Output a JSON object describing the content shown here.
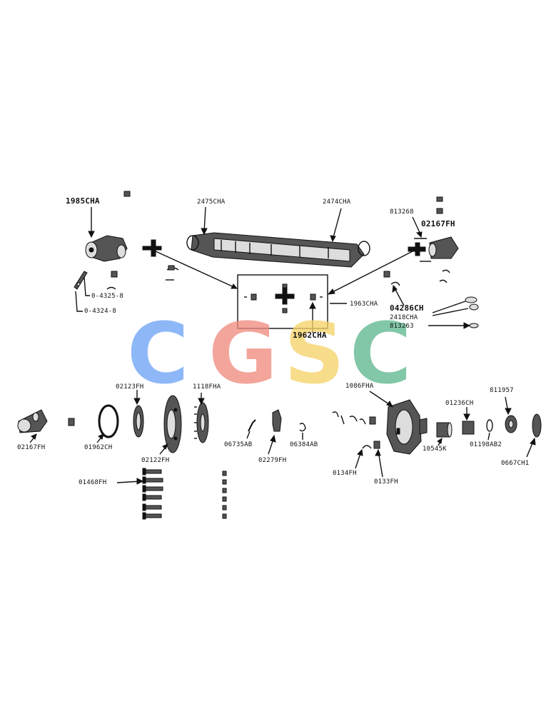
{
  "labels": {
    "l1985cha": "1985CHA",
    "l2475cha": "2475CHA",
    "l2474cha": "2474CHA",
    "l813268": "813268",
    "l02167fh_top": "02167FH",
    "l0_4325_8": "0-4325-8",
    "l0_4324_8": "0-4324-8",
    "l1963cha": "1963CHA",
    "l04286ch": "04286CH",
    "l2418cha": "2418CHA",
    "l813263": "813263",
    "l1962cha": "1962CHA",
    "l02123fh": "02123FH",
    "l1118fha": "1118FHA",
    "l1086fha": "1086FHA",
    "l811957": "811957",
    "l01236ch": "01236CH",
    "l02167fh_bottom": "02167FH",
    "l01962ch": "01962CH",
    "l02122fh": "02122FH",
    "l06735ab": "06735AB",
    "l02279fh": "02279FH",
    "l06384ab": "06384AB",
    "l10545k": "10545K",
    "l01198ab2": "01198AB2",
    "l0667ch1": "0667CH1",
    "l01468fh": "01468FH",
    "l0134fh": "0134FH",
    "l0133fh": "0133FH"
  },
  "watermark": {
    "letters": [
      "C",
      "G",
      "S",
      "C"
    ],
    "colors": [
      "#6fa3f5",
      "#f08c80",
      "#f5d36a",
      "#5fb88f"
    ]
  }
}
